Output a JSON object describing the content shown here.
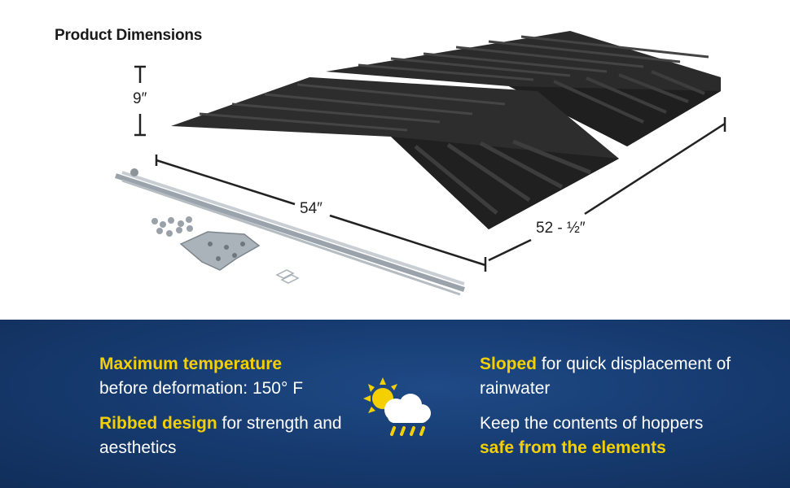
{
  "heading": "Product Dimensions",
  "dimensions": {
    "height": "9″",
    "length": "54″",
    "depth": "52 - ½″"
  },
  "features": [
    {
      "highlight": "Maximum temperature",
      "text": "before deformation: 150° F"
    },
    {
      "highlight": "Ribbed design",
      "text": " for strength and aesthetics"
    },
    {
      "highlight": "Sloped",
      "text": " for quick displacement of rainwater"
    },
    {
      "text": "Keep the contents of hoppers",
      "highlight": "safe from the elements"
    }
  ],
  "colors": {
    "banner": "#173c72",
    "accent": "#f5d000",
    "product": "#2a2a2a"
  },
  "icons": [
    "sun-cloud-rain-icon"
  ]
}
